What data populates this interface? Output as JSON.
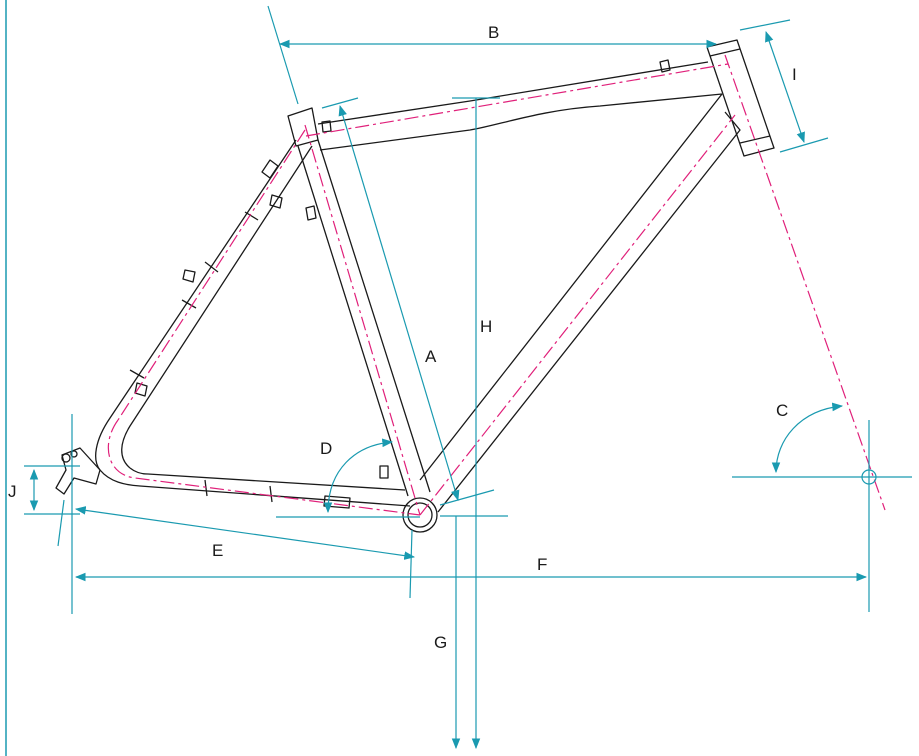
{
  "diagram": {
    "labels": {
      "A": "A",
      "B": "B",
      "C": "C",
      "D": "D",
      "E": "E",
      "F": "F",
      "G": "G",
      "H": "H",
      "I": "I",
      "J": "J"
    },
    "colors": {
      "frame_outline": "#1a1a1a",
      "centerline": "#e0207a",
      "dimension": "#1a9ab0",
      "background": "#ffffff"
    }
  }
}
